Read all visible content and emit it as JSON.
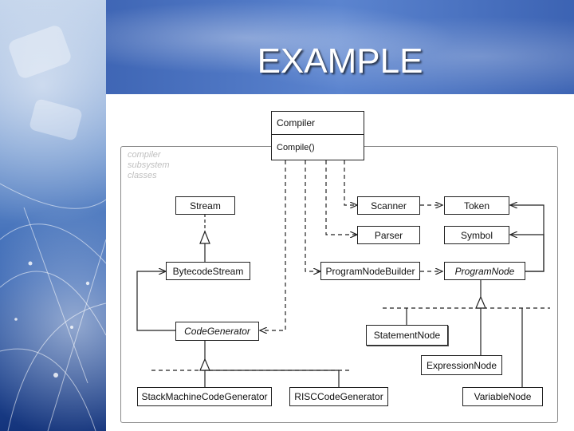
{
  "slide": {
    "title": "EXAMPLE"
  },
  "diagram": {
    "subsystem_label": "compiler\nsubsystem\nclasses",
    "compiler": {
      "name": "Compiler",
      "operation": "Compile()"
    },
    "classes": {
      "stream": "Stream",
      "bytecode_stream": "BytecodeStream",
      "code_generator": "CodeGenerator",
      "stack_machine_code_generator": "StackMachineCodeGenerator",
      "risc_code_generator": "RISCCodeGenerator",
      "scanner": "Scanner",
      "token": "Token",
      "parser": "Parser",
      "symbol": "Symbol",
      "program_node_builder": "ProgramNodeBuilder",
      "program_node": "ProgramNode",
      "statement_node": "StatementNode",
      "expression_node": "ExpressionNode",
      "variable_node": "VariableNode"
    },
    "abstract_classes": [
      "CodeGenerator",
      "ProgramNode"
    ]
  }
}
